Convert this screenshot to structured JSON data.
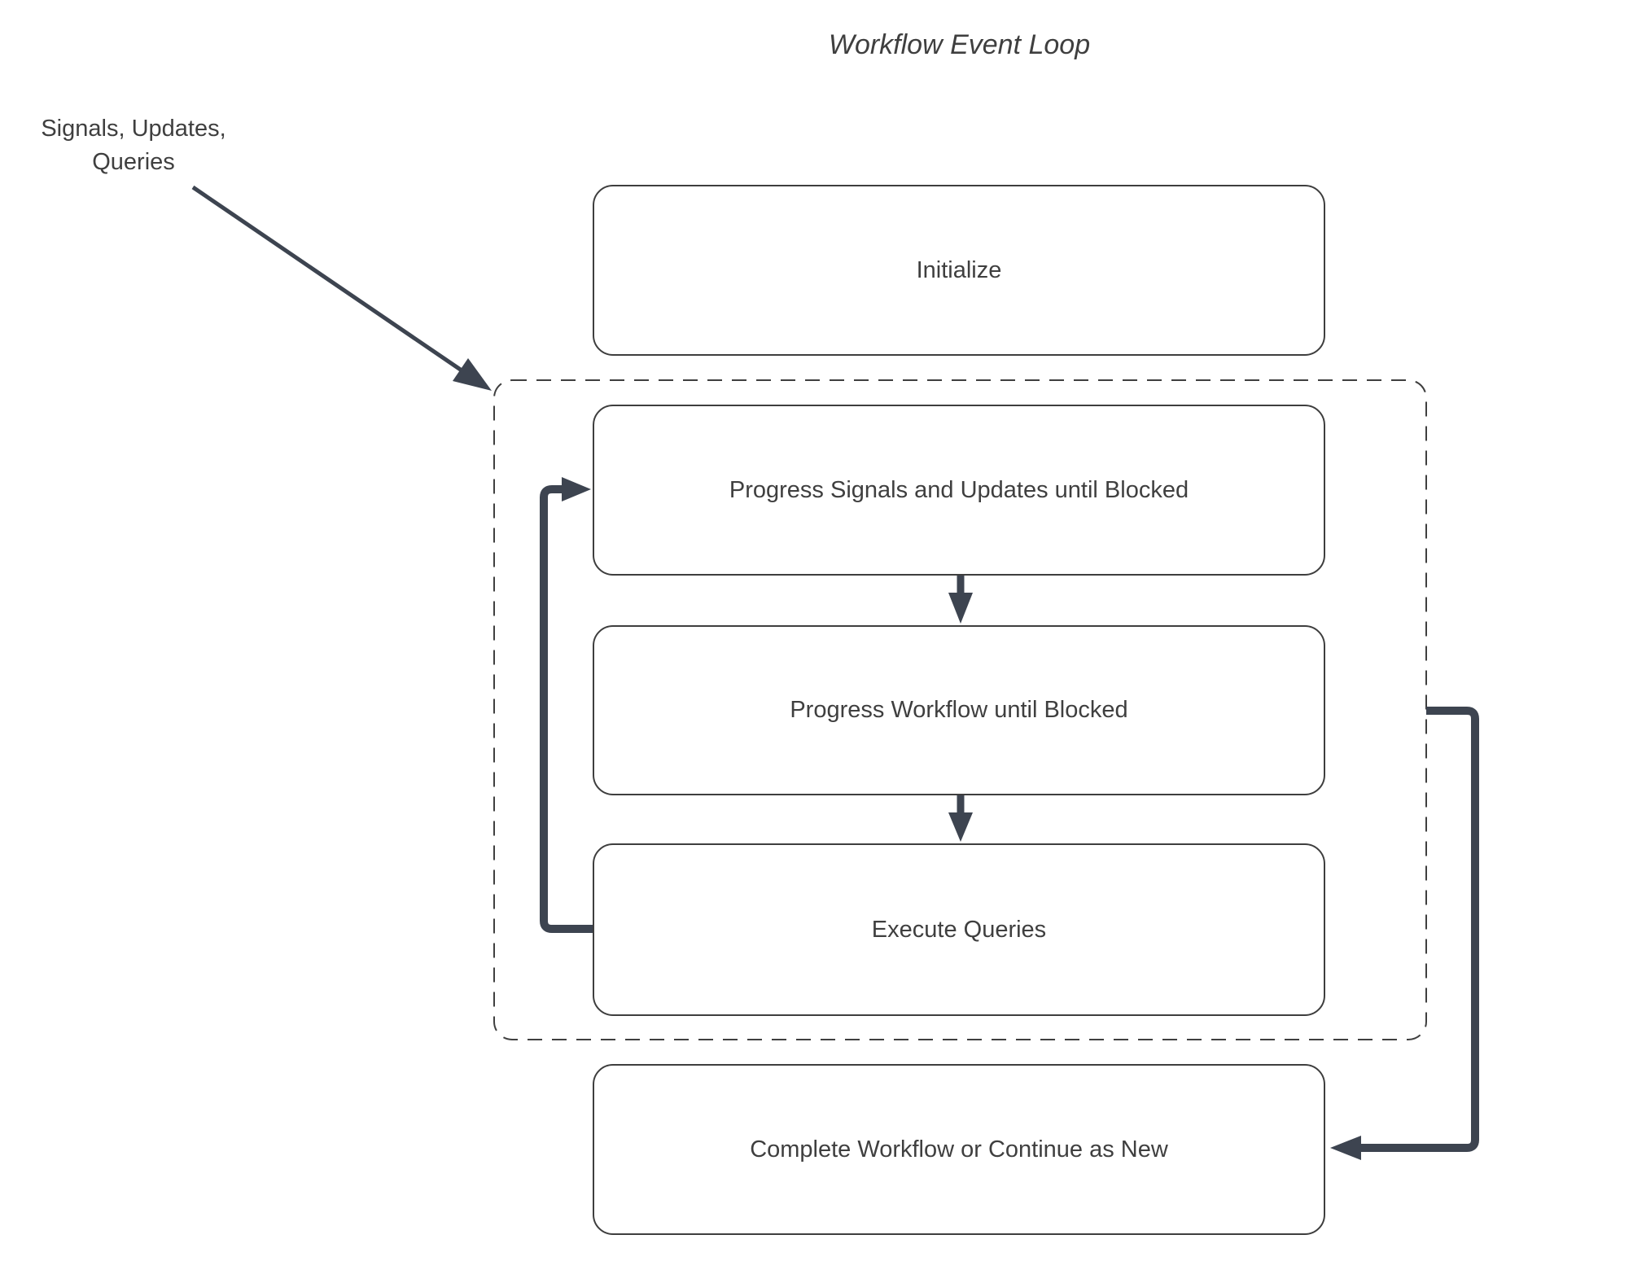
{
  "theme": {
    "background": "#ffffff",
    "node_border_color": "#3e3e3e",
    "node_fill_color": "#ffffff",
    "arrow_color": "#3d4450",
    "text_color": "#3f3f3f",
    "group_border_color": "#3f3f3f"
  },
  "diagram": {
    "title": "Workflow Event Loop",
    "external_input_label": "Signals, Updates,\nQueries",
    "nodes": [
      {
        "id": "initialize",
        "label": "Initialize"
      },
      {
        "id": "progress-signals",
        "label": "Progress Signals and Updates until Blocked"
      },
      {
        "id": "progress-workflow",
        "label": "Progress Workflow until Blocked"
      },
      {
        "id": "execute-queries",
        "label": "Execute Queries"
      },
      {
        "id": "complete",
        "label": "Complete Workflow or Continue as New"
      }
    ],
    "group": {
      "id": "event-loop-group",
      "style": "dashed",
      "contains": [
        "progress-signals",
        "progress-workflow",
        "execute-queries"
      ]
    },
    "edges": [
      {
        "from": "external-input-label",
        "to": "event-loop-group",
        "kind": "thin-diagonal-arrow"
      },
      {
        "from": "progress-signals",
        "to": "progress-workflow",
        "kind": "down-arrow"
      },
      {
        "from": "progress-workflow",
        "to": "execute-queries",
        "kind": "down-arrow"
      },
      {
        "from": "execute-queries",
        "to": "progress-signals",
        "kind": "loop-back-arrow"
      },
      {
        "from": "event-loop-group",
        "to": "complete",
        "kind": "exit-right-arrow"
      }
    ]
  }
}
